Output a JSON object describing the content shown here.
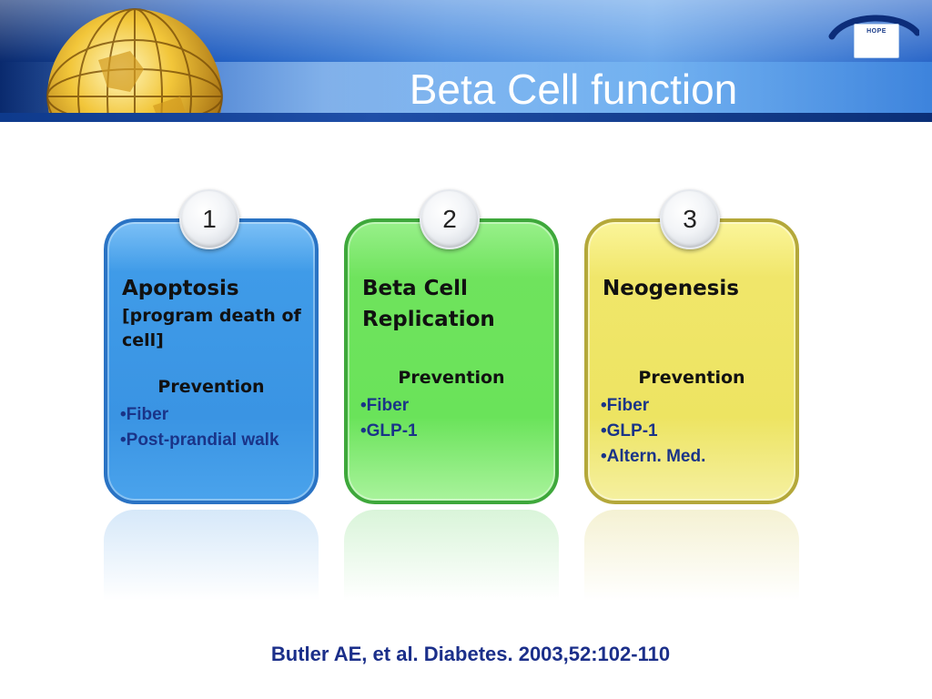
{
  "slide": {
    "title": "Beta Cell function",
    "citation": "Butler AE, et al. Diabetes.  2003,52:102-110"
  },
  "colors": {
    "card_blue": "#3f9be8",
    "card_green": "#6fe35d",
    "card_yellow": "#f0e66a",
    "bullet_text": "#1a3488",
    "citation_text": "#1b2f8a"
  },
  "cards": [
    {
      "number": "1",
      "heading": "Apoptosis",
      "subheading": "[program death of cell]",
      "prevention_label": "Prevention",
      "bullets": [
        "Fiber",
        "Post-prandial walk"
      ]
    },
    {
      "number": "2",
      "heading": "Beta Cell Replication",
      "subheading": "",
      "prevention_label": "Prevention",
      "bullets": [
        "Fiber",
        "GLP-1"
      ]
    },
    {
      "number": "3",
      "heading": "Neogenesis",
      "subheading": "",
      "prevention_label": "Prevention",
      "bullets": [
        "Fiber",
        "GLP-1",
        "Altern. Med."
      ]
    }
  ],
  "icons": {
    "globe": "globe-icon",
    "logo": "hope-logo-icon"
  },
  "logo": {
    "text": "HOPE"
  }
}
